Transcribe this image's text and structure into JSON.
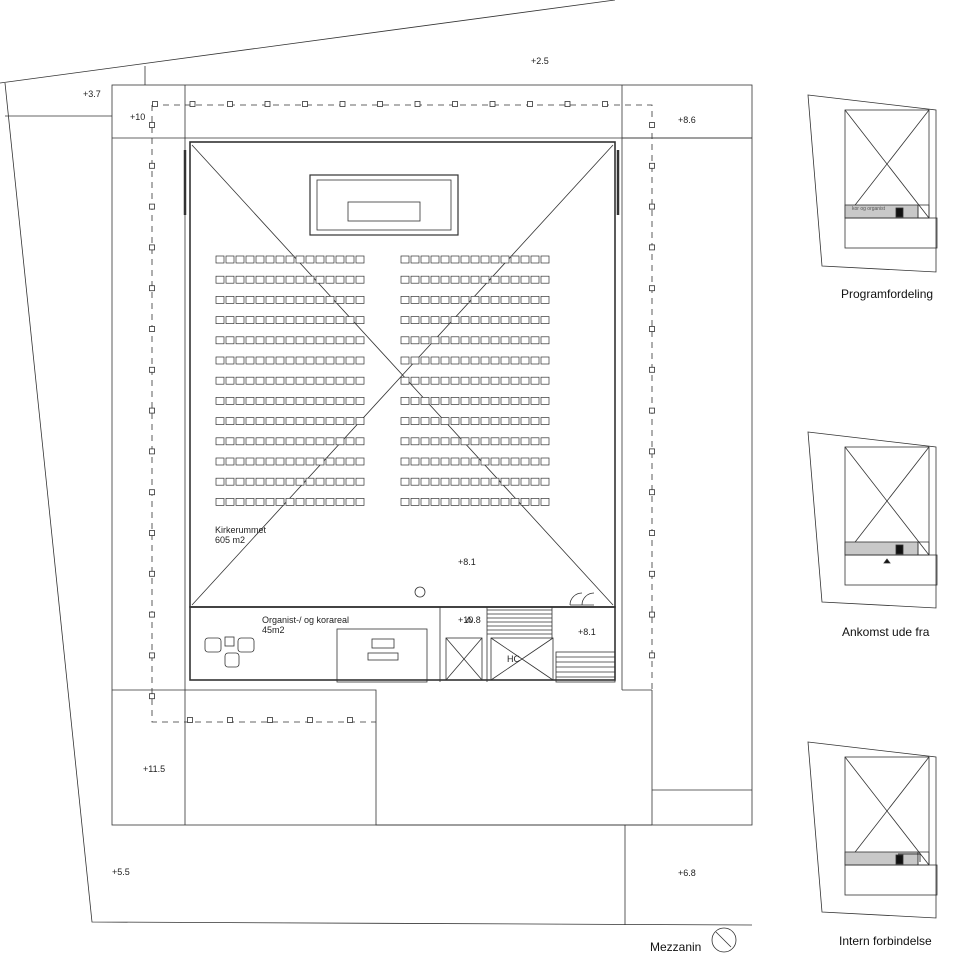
{
  "levels": {
    "l1": "+2.5",
    "l2": "+3.7",
    "l3": "+10",
    "l4": "+8.6",
    "l5": "+8.1",
    "l6": "+10.8",
    "l7": "+8.1",
    "l8": "+11.5",
    "l9": "+5.5",
    "l10": "+6.8"
  },
  "rooms": {
    "kirkerummet_name": "Kirkerummet",
    "kirkerummet_area": "605 m2",
    "organist_name": "Organist-/ og korareal",
    "organist_area": "45m2",
    "hc": "HC"
  },
  "drawing_title": "Mezzanin",
  "mini_plans": [
    {
      "caption": "Programfordeling",
      "band_label": "kor og organist"
    },
    {
      "caption": "Ankomst ude fra",
      "band_label": ""
    },
    {
      "caption": "Intern forbindelse",
      "band_label": ""
    }
  ],
  "seating": {
    "rows": 13,
    "seats_per_block_row": 15,
    "blocks": 2
  }
}
